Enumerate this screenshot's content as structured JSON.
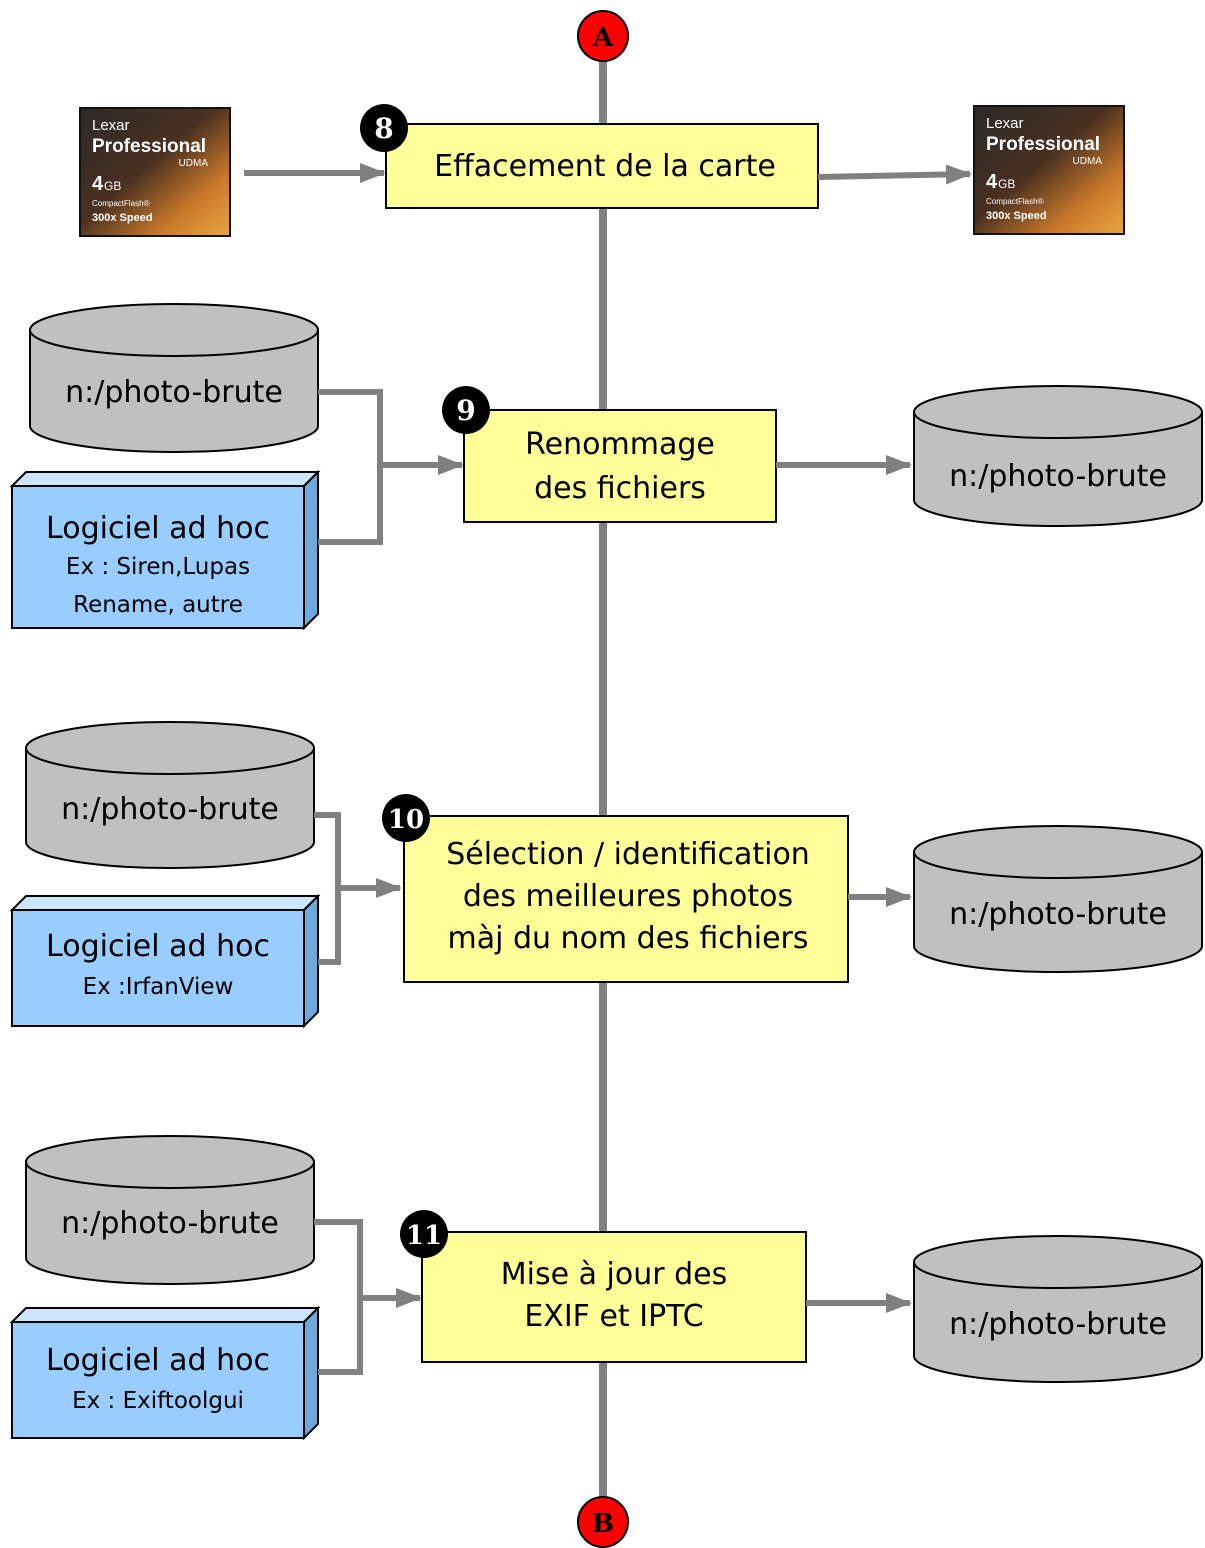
{
  "connectors": {
    "top": "A",
    "bottom": "B"
  },
  "memory_card": {
    "brand": "Lexar",
    "line": "Professional",
    "sub": "UDMA",
    "capacity": "4",
    "unit": "GB",
    "format": "CompactFlash®",
    "speed": "300x Speed"
  },
  "steps": [
    {
      "number": "8",
      "lines": [
        "Effacement de la carte"
      ]
    },
    {
      "number": "9",
      "lines": [
        "Renommage",
        "des fichiers"
      ]
    },
    {
      "number": "10",
      "lines": [
        "Sélection / identification",
        "des meilleures photos",
        "màj du nom des fichiers"
      ]
    },
    {
      "number": "11",
      "lines": [
        "Mise à jour des",
        "EXIF et IPTC"
      ]
    }
  ],
  "storage_label": "n:/photo-brute",
  "software": [
    {
      "title": "Logiciel ad hoc",
      "lines": [
        "Ex : Siren,Lupas",
        "Rename, autre"
      ]
    },
    {
      "title": "Logiciel ad hoc",
      "lines": [
        "Ex :IrfanView"
      ]
    },
    {
      "title": "Logiciel ad hoc",
      "lines": [
        "Ex : Exiftoolgui"
      ]
    }
  ],
  "colors": {
    "process_fill": "#ffff99",
    "software_fill": "#99ccff",
    "storage_fill": "#c0c0c0",
    "connector_fill": "#ff0000",
    "line": "#808080"
  }
}
